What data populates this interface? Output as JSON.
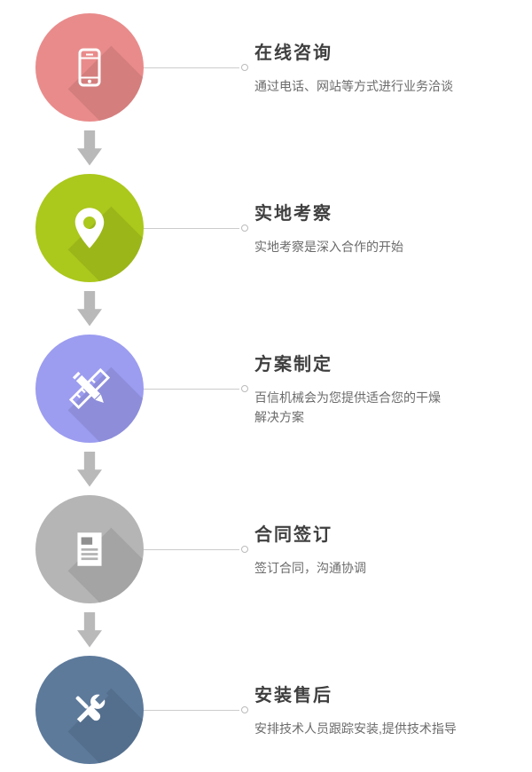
{
  "page": {
    "background": "#ffffff",
    "connector_color": "#cccccc",
    "arrow_color": "#b9b9b9"
  },
  "steps": [
    {
      "title": "在线咨询",
      "description": "通过电话、网站等方式进行业务洽谈",
      "color": "#e98b8b",
      "icon": "phone-icon"
    },
    {
      "title": "实地考察",
      "description": "实地考察是深入合作的开始",
      "color": "#abc81c",
      "icon": "location-pin-icon"
    },
    {
      "title": "方案制定",
      "description": "百信机械会为您提供适合您的干燥\n解决方案",
      "color": "#9c9cf0",
      "icon": "pencil-ruler-icon"
    },
    {
      "title": "合同签订",
      "description": "签订合同，沟通协调",
      "color": "#b5b5b5",
      "icon": "document-icon"
    },
    {
      "title": "安装售后",
      "description": "安排技术人员跟踪安装,提供技术指导",
      "color": "#5d7a9b",
      "icon": "tools-icon"
    }
  ]
}
